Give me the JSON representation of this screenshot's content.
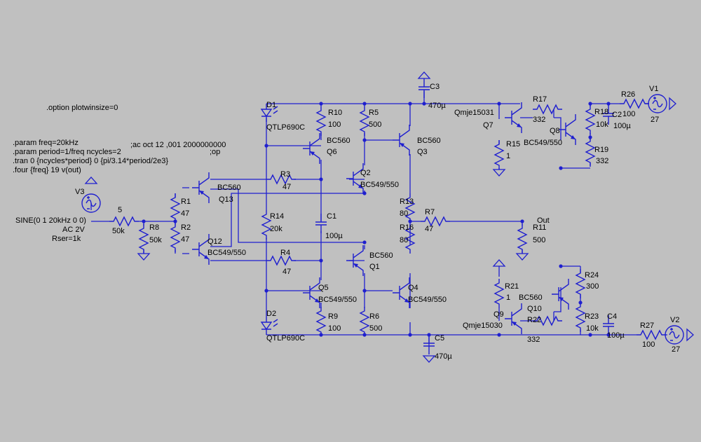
{
  "directives": [
    ".option plotwinsize=0",
    ".param freq=20kHz",
    ".param period=1/freq ncycles=2",
    ".tran 0 {ncycles*period} 0 {pi/3.14*period/2e3}",
    ".four {freq} 19 v(out)",
    ";ac oct 12 ,001 2000000000",
    ";op"
  ],
  "source_spec": [
    "SINE(0 1 20kHz 0 0)",
    "AC 2V",
    "Rser=1k"
  ],
  "components": {
    "V1": {
      "name": "V1",
      "value": "27"
    },
    "V2": {
      "name": "V2",
      "value": "27"
    },
    "V3": {
      "name": "V3"
    },
    "D1": {
      "name": "D1",
      "value": "QTLP690C"
    },
    "D2": {
      "name": "D2",
      "value": "QTLP690C"
    },
    "C1": {
      "name": "C1",
      "value": "100µ"
    },
    "C2": {
      "name": "C2",
      "value": "100µ"
    },
    "C3": {
      "name": "C3",
      "value": "470µ"
    },
    "C4": {
      "name": "C4",
      "value": "100µ"
    },
    "C5": {
      "name": "C5",
      "value": "470µ"
    },
    "Q1": {
      "name": "Q1",
      "value": "BC560"
    },
    "Q2": {
      "name": "Q2",
      "value": "BC549/550"
    },
    "Q3": {
      "name": "Q3",
      "value": "BC560"
    },
    "Q4": {
      "name": "Q4",
      "value": "BC549/550"
    },
    "Q5": {
      "name": "Q5",
      "value": "BC549/550"
    },
    "Q6": {
      "name": "Q6",
      "value": "BC560"
    },
    "Q7": {
      "name": "Q7",
      "value": "Qmje15031"
    },
    "Q8": {
      "name": "Q8",
      "value": "BC549/550"
    },
    "Q9": {
      "name": "Q9",
      "value": "Qmje15030"
    },
    "Q10": {
      "name": "Q10",
      "value": "BC560"
    },
    "Q12": {
      "name": "Q12",
      "value": "BC549/550"
    },
    "Q13": {
      "name": "Q13",
      "value": "BC560"
    },
    "R1": {
      "name": "R1",
      "value": "47"
    },
    "R2": {
      "name": "R2",
      "value": "47"
    },
    "R3": {
      "name": "R3",
      "value": "47"
    },
    "R4": {
      "name": "R4",
      "value": "47"
    },
    "R5": {
      "name": "R5",
      "value": "500"
    },
    "R6": {
      "name": "R6",
      "value": "500"
    },
    "R7": {
      "name": "R7",
      "value": "47"
    },
    "R8": {
      "name": "R8",
      "value": "50k"
    },
    "R9": {
      "name": "R9",
      "value": "100"
    },
    "R10": {
      "name": "R10",
      "value": "100"
    },
    "R11": {
      "name": "R11",
      "value": "500"
    },
    "R13": {
      "name": "R13",
      "value": "80"
    },
    "R14": {
      "name": "R14",
      "value": "20k"
    },
    "R15": {
      "name": "R15",
      "value": "1"
    },
    "R16": {
      "name": "R16",
      "value": "80"
    },
    "R17": {
      "name": "R17",
      "value": "332"
    },
    "R18": {
      "name": "R18",
      "value": "10k"
    },
    "R19": {
      "name": "R19",
      "value": "332"
    },
    "R21": {
      "name": "R21",
      "value": "1"
    },
    "R22": {
      "name": "R22",
      "value": "332"
    },
    "R23": {
      "name": "R23",
      "value": "10k"
    },
    "R24": {
      "name": "R24",
      "value": "300"
    },
    "R26": {
      "name": "R26",
      "value": "100"
    },
    "R27": {
      "name": "R27",
      "value": "100"
    },
    "Rin": {
      "name": "5",
      "value": "50k"
    }
  },
  "net_labels": {
    "out": "Out"
  }
}
